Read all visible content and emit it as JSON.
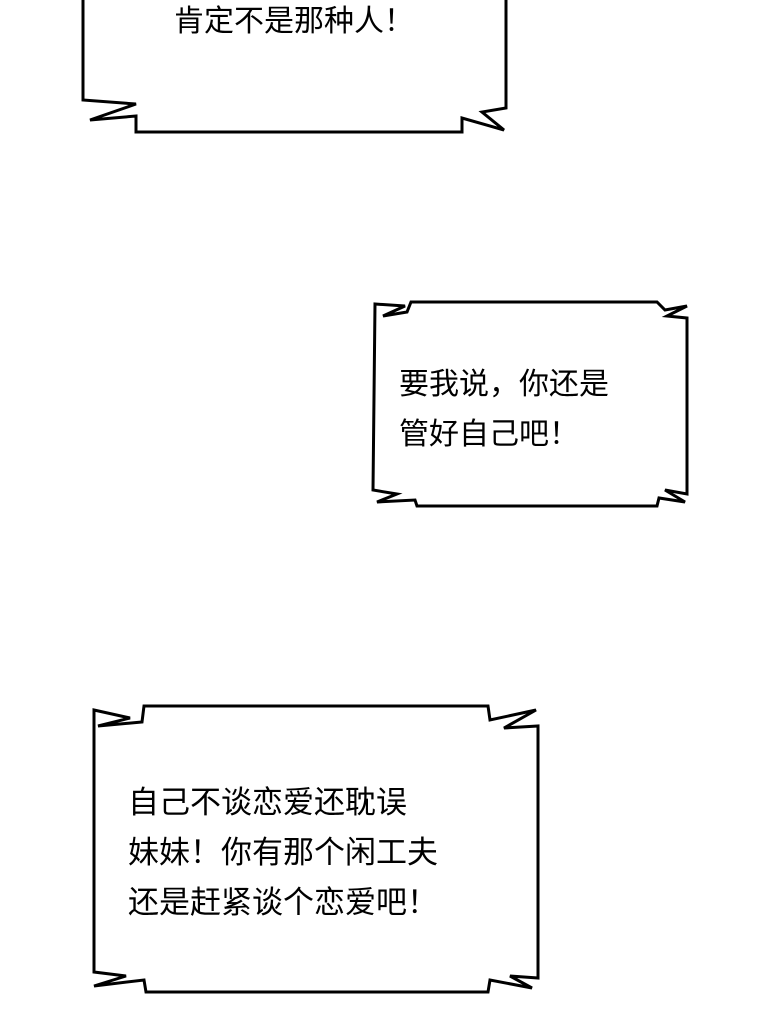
{
  "bubbles": [
    {
      "lines": "肯定不是那种人！"
    },
    {
      "lines": "要我说，你还是\n管好自己吧！"
    },
    {
      "lines": "自己不谈恋爱还耽误\n妹妹！你有那个闲工夫\n还是赶紧谈个恋爱吧！"
    }
  ],
  "colors": {
    "background": "#ffffff",
    "ink": "#000000"
  }
}
